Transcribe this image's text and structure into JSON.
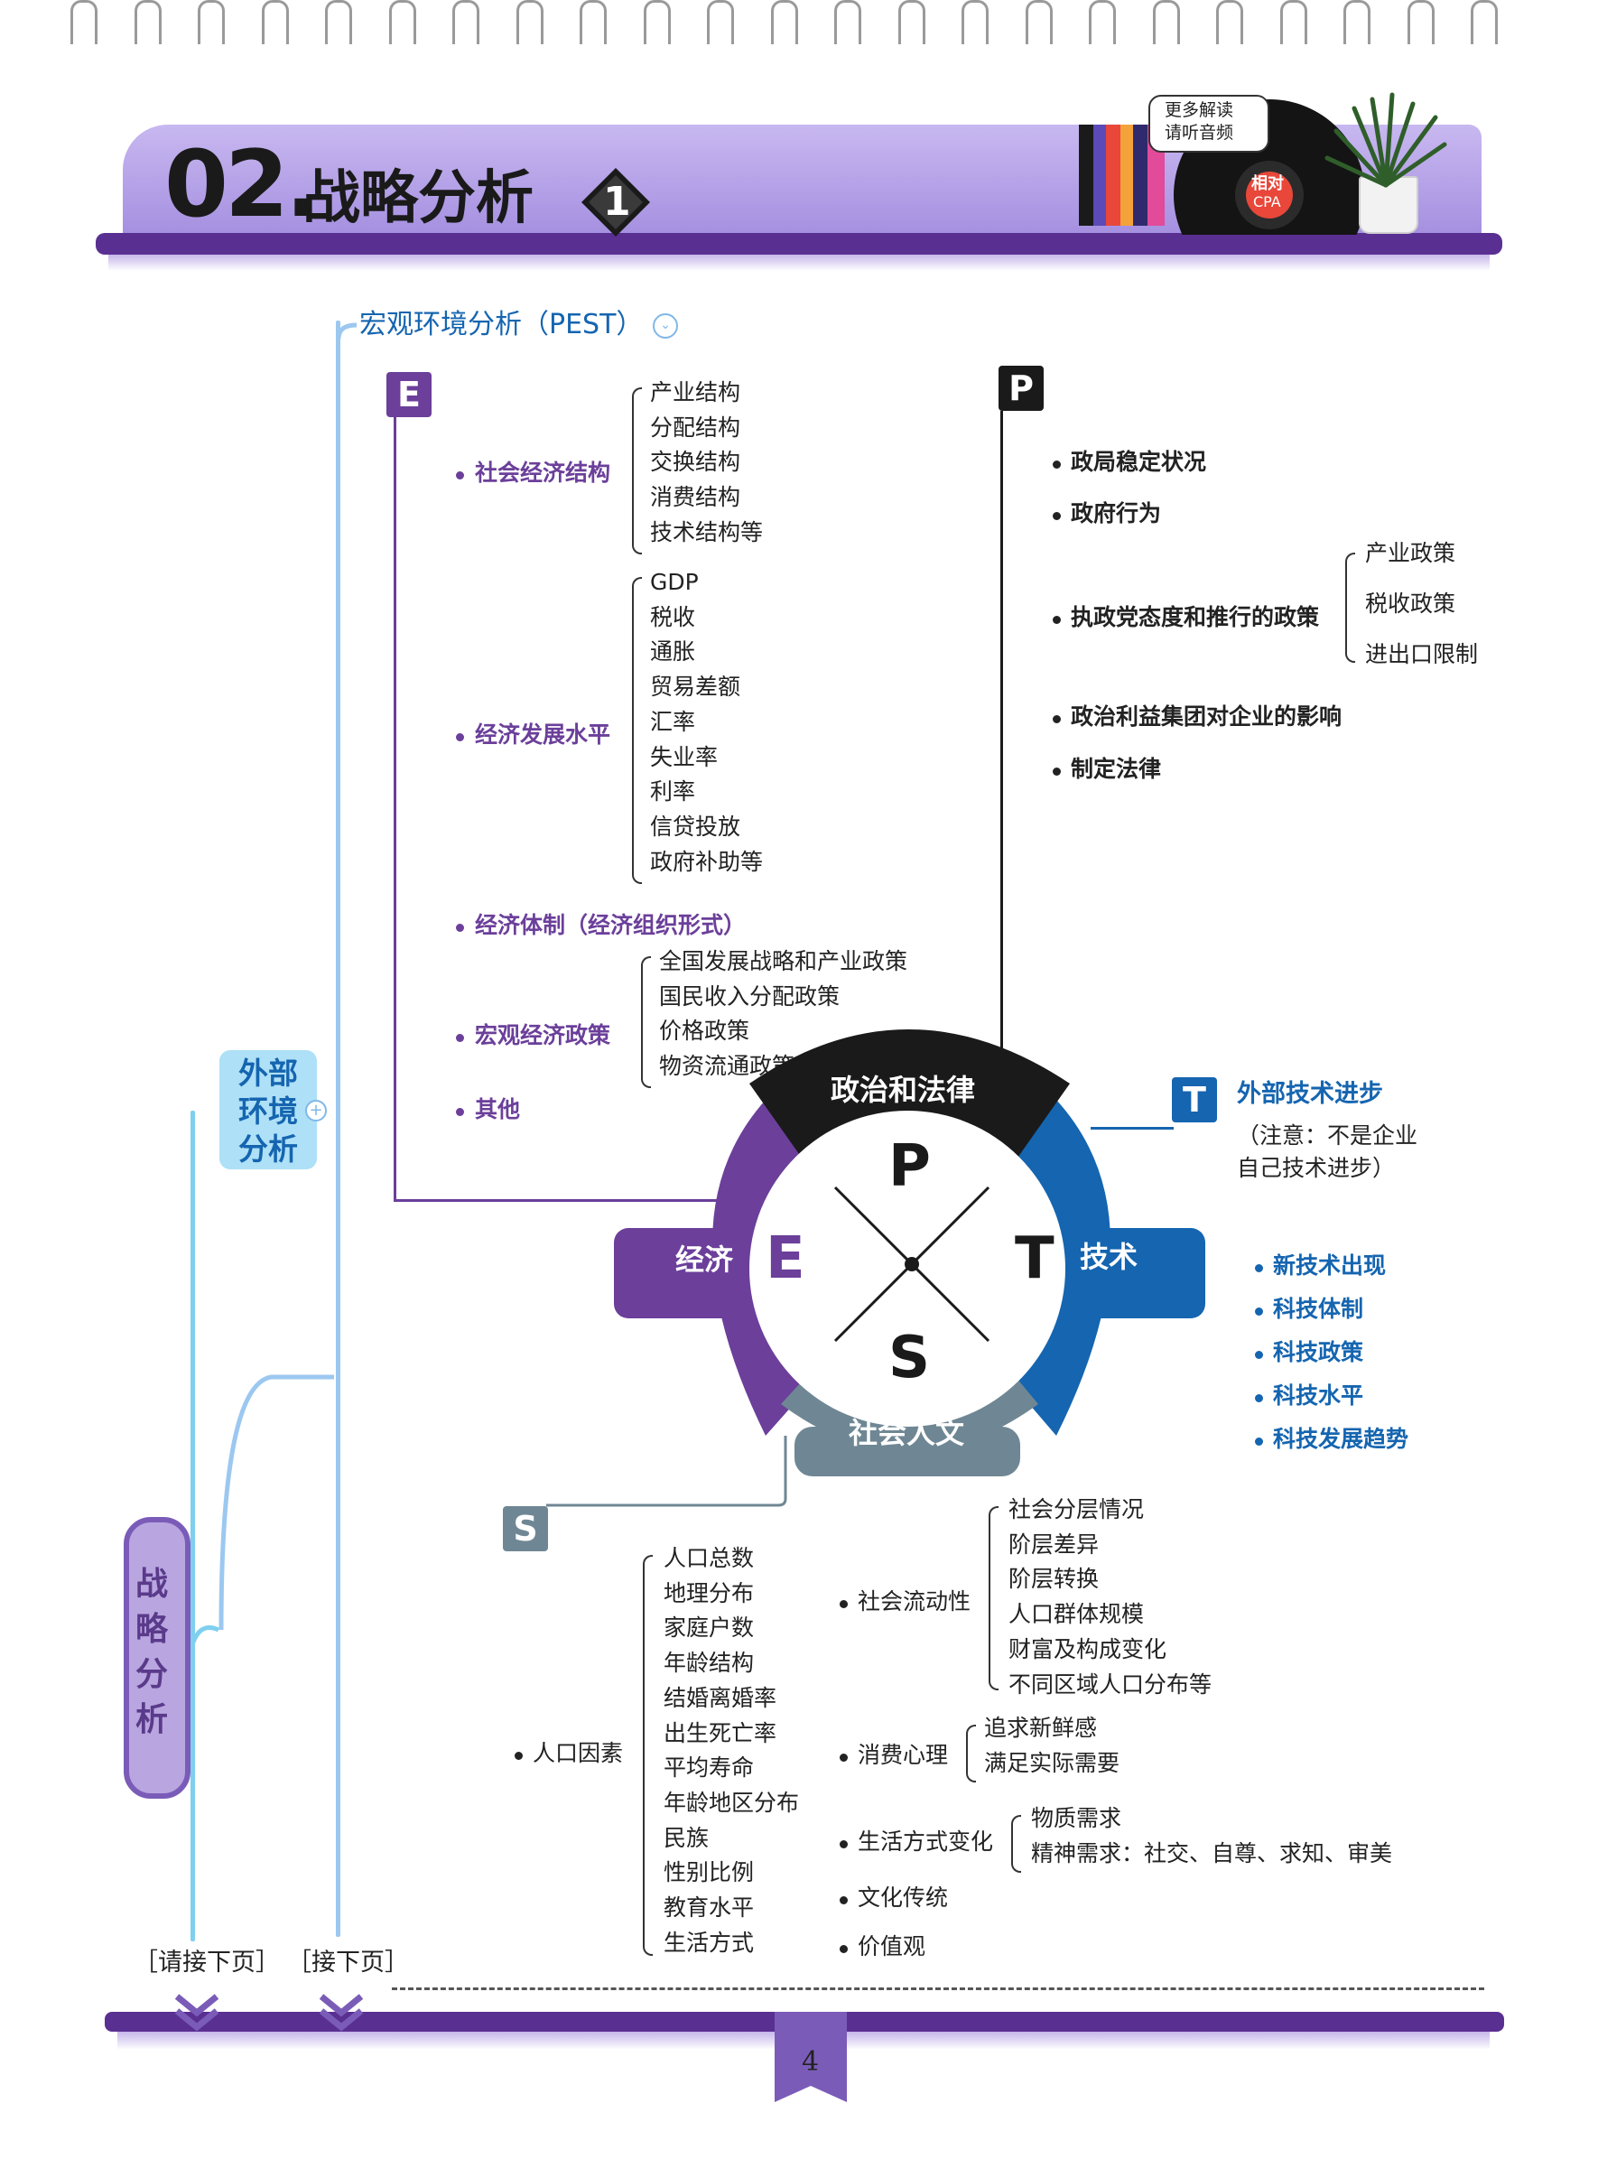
{
  "header": {
    "number": "02.",
    "title": "战略分析",
    "badge": "1",
    "audio_label_line1": "更多解读",
    "audio_label_line2": "请听音频",
    "logo_line1": "相对",
    "logo_line2": "CPA"
  },
  "tree": {
    "root": "战略分析",
    "level1": "外部环境分析",
    "level2": "宏观环境分析（PEST）",
    "continue_left": "［请接下页］",
    "continue_right": "［接下页］"
  },
  "E": {
    "letter": "E",
    "items": [
      {
        "label": "社会经济结构",
        "children": [
          "产业结构",
          "分配结构",
          "交换结构",
          "消费结构",
          "技术结构等"
        ]
      },
      {
        "label": "经济发展水平",
        "children": [
          "GDP",
          "税收",
          "通胀",
          "贸易差额",
          "汇率",
          "失业率",
          "利率",
          "信贷投放",
          "政府补助等"
        ]
      },
      {
        "label": "经济体制（经济组织形式）",
        "children": []
      },
      {
        "label": "宏观经济政策",
        "children": [
          "全国发展战略和产业政策",
          "国民收入分配政策",
          "价格政策",
          "物资流通政策"
        ]
      },
      {
        "label": "其他",
        "children": []
      }
    ]
  },
  "P": {
    "letter": "P",
    "items": [
      {
        "label": "政局稳定状况",
        "children": []
      },
      {
        "label": "政府行为",
        "children": []
      },
      {
        "label": "执政党态度和推行的政策",
        "children": [
          "产业政策",
          "税收政策",
          "进出口限制"
        ]
      },
      {
        "label": "政治利益集团对企业的影响",
        "children": []
      },
      {
        "label": "制定法律",
        "children": []
      }
    ]
  },
  "T": {
    "letter": "T",
    "title": "外部技术进步",
    "note_line1": "（注意：不是企业",
    "note_line2": "自己技术进步）",
    "items": [
      "新技术出现",
      "科技体制",
      "科技政策",
      "科技水平",
      "科技发展趋势"
    ]
  },
  "S": {
    "letter": "S",
    "population": {
      "label": "人口因素",
      "children": [
        "人口总数",
        "地理分布",
        "家庭户数",
        "年龄结构",
        "结婚离婚率",
        "出生死亡率",
        "平均寿命",
        "年龄地区分布",
        "民族",
        "性别比例",
        "教育水平",
        "生活方式"
      ]
    },
    "mobility": {
      "label": "社会流动性",
      "children": [
        "社会分层情况",
        "阶层差异",
        "阶层转换",
        "人口群体规模",
        "财富及构成变化",
        "不同区域人口分布等"
      ]
    },
    "consumer": {
      "label": "消费心理",
      "children": [
        "追求新鲜感",
        "满足实际需要"
      ]
    },
    "lifestyle": {
      "label": "生活方式变化",
      "children": [
        "物质需求",
        "精神需求：社交、自尊、求知、审美"
      ]
    },
    "culture": "文化传统",
    "values": "价值观"
  },
  "wheel": {
    "top": "政治和法律",
    "left": "经济",
    "right": "技术",
    "bottom": "社会人文",
    "P": "P",
    "E": "E",
    "T": "T",
    "S": "S"
  },
  "footer": {
    "page": "4"
  },
  "colors": {
    "purple": "#6b3f9a",
    "blue": "#1565b0",
    "dark": "#1a1a1a",
    "gray": "#6f8794",
    "light_purple": "#b9a6e0"
  }
}
